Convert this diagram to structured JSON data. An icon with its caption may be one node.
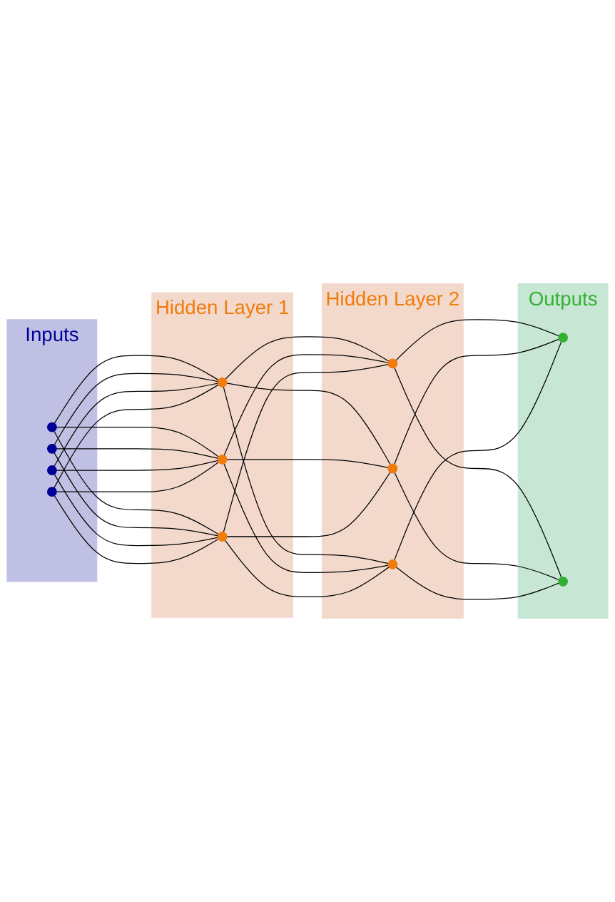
{
  "diagram": {
    "nodes": [
      {
        "text": [
          "Inputs"
        ]
      },
      {
        "text": [],
        "shape": "circle",
        "in": 0
      },
      {
        "text": [],
        "shape": "circle",
        "in": 0
      },
      {
        "text": [],
        "shape": "circle",
        "in": 0
      },
      {
        "text": [],
        "shape": "circle",
        "in": 0
      },
      {
        "text": [
          "Hidden Layer 1"
        ]
      },
      {
        "text": [],
        "shape": "circle",
        "in": 5
      },
      {
        "text": [],
        "shape": "circle",
        "in": 5
      },
      {
        "text": [],
        "shape": "circle",
        "in": 5
      },
      {
        "text": [
          "Hidden Layer 2"
        ]
      },
      {
        "text": [],
        "shape": "circle",
        "in": 9
      },
      {
        "text": [],
        "shape": "circle",
        "in": 9
      },
      {
        "text": [],
        "shape": "circle",
        "in": 9
      },
      {
        "text": [
          "Outputs"
        ]
      },
      {
        "text": [],
        "shape": "circle",
        "in": 13
      },
      {
        "text": [],
        "shape": "circle",
        "in": 13
      }
    ],
    "edges": [
      {
        "from": 1,
        "to": 6,
        "arrow": "none"
      },
      {
        "from": 1,
        "to": 7,
        "arrow": "none"
      },
      {
        "from": 1,
        "to": 8,
        "arrow": "none"
      },
      {
        "from": 2,
        "to": 6,
        "arrow": "none"
      },
      {
        "from": 2,
        "to": 7,
        "arrow": "none"
      },
      {
        "from": 2,
        "to": 8,
        "arrow": "none"
      },
      {
        "from": 3,
        "to": 6,
        "arrow": "none"
      },
      {
        "from": 3,
        "to": 7,
        "arrow": "none"
      },
      {
        "from": 3,
        "to": 8,
        "arrow": "none"
      },
      {
        "from": 4,
        "to": 6,
        "arrow": "none"
      },
      {
        "from": 4,
        "to": 7,
        "arrow": "none"
      },
      {
        "from": 4,
        "to": 8,
        "arrow": "none"
      },
      {
        "from": 6,
        "to": 10,
        "arrow": "none"
      },
      {
        "from": 6,
        "to": 11,
        "arrow": "none"
      },
      {
        "from": 6,
        "to": 12,
        "arrow": "none"
      },
      {
        "from": 7,
        "to": 10,
        "arrow": "none"
      },
      {
        "from": 7,
        "to": 11,
        "arrow": "none"
      },
      {
        "from": 7,
        "to": 12,
        "arrow": "none"
      },
      {
        "from": 8,
        "to": 10,
        "arrow": "none"
      },
      {
        "from": 8,
        "to": 11,
        "arrow": "none"
      },
      {
        "from": 8,
        "to": 12,
        "arrow": "none"
      },
      {
        "from": 10,
        "to": 14,
        "arrow": "none"
      },
      {
        "from": 10,
        "to": 15,
        "arrow": "none"
      },
      {
        "from": 11,
        "to": 14,
        "arrow": "none"
      },
      {
        "from": 11,
        "to": 15,
        "arrow": "none"
      },
      {
        "from": 12,
        "to": 14,
        "arrow": "none"
      },
      {
        "from": 12,
        "to": 15,
        "arrow": "none"
      }
    ]
  }
}
